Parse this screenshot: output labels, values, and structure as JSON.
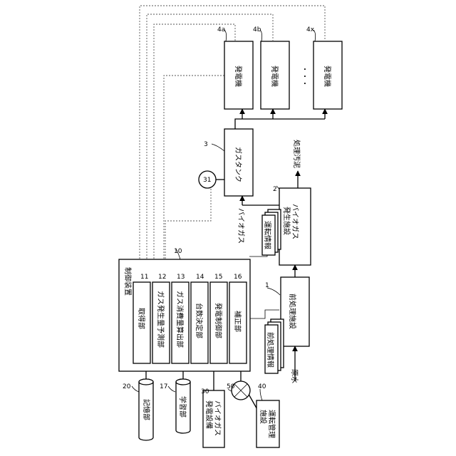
{
  "diagram": {
    "nodes": {
      "control_device": {
        "label": "制御装置",
        "ref": "10"
      },
      "acquisition": {
        "label": "取得部",
        "ref": "11"
      },
      "gas_prediction": {
        "label": "ガス発生量予測部",
        "ref": "12"
      },
      "gas_consumption": {
        "label": "ガス消費量算出部",
        "ref": "13"
      },
      "unit_count": {
        "label": "台数決定部",
        "ref": "14"
      },
      "power_control": {
        "label": "発電制御部",
        "ref": "15"
      },
      "correction": {
        "label": "補正部",
        "ref": "16"
      },
      "learning": {
        "label": "学習部",
        "ref": "17"
      },
      "storage": {
        "label": "記憶部",
        "ref": "20"
      },
      "biogas_equipment": {
        "label_line1": "バイオガス",
        "label_line2": "発電設備",
        "ref": "30"
      },
      "network": {
        "ref": "50"
      },
      "operation_mgmt": {
        "label_line1": "運転管理",
        "label_line2": "施設",
        "ref": "40"
      },
      "pretreatment": {
        "label": "前処理施設",
        "ref": "1"
      },
      "pretreatment_info": {
        "label": "前処理情報"
      },
      "biogas_facility": {
        "label_line1": "バイオガス",
        "label_line2": "発生施設",
        "ref": "2"
      },
      "operation_info": {
        "label": "運転情報"
      },
      "gas_tank": {
        "label": "ガスタンク",
        "ref": "3"
      },
      "sensor": {
        "label": "31"
      },
      "generator_a": {
        "label": "発電機",
        "ref": "4a"
      },
      "generator_b": {
        "label": "発電機",
        "ref": "4b"
      },
      "generator_x": {
        "label": "発電機",
        "ref": "4x"
      },
      "dots": {
        "label": "・・・"
      }
    },
    "edge_labels": {
      "raw_water": "原水",
      "treated_sludge": "処理汚泥",
      "biogas": "バイオガス"
    }
  }
}
